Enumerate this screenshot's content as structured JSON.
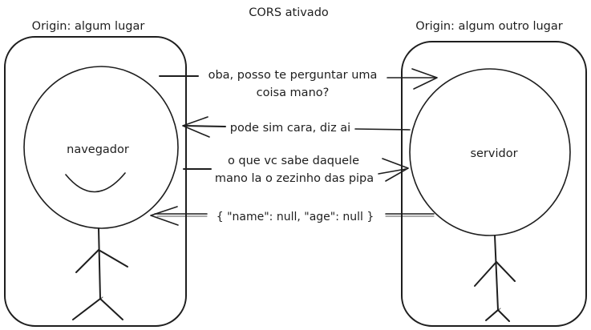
{
  "title": "CORS ativado",
  "colors": {
    "stroke": "#1e1e1e",
    "background": "#ffffff"
  },
  "browser": {
    "origin_label": "Origin: algum lugar",
    "name": "navegador"
  },
  "server": {
    "origin_label": "Origin: algum outro lugar",
    "name": "servidor"
  },
  "messages": [
    {
      "direction": "right",
      "line1": "oba, posso te perguntar uma",
      "line2": "coisa mano?"
    },
    {
      "direction": "left",
      "line1": "pode sim cara, diz ai"
    },
    {
      "direction": "right",
      "line1": "o que vc sabe daquele",
      "line2": "mano la o zezinho das pipa"
    },
    {
      "direction": "left",
      "line1": "{ \"name\": null, \"age\": null }"
    }
  ]
}
